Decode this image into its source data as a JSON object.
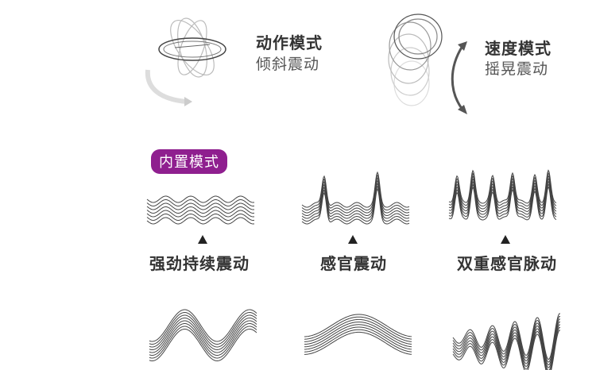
{
  "motion_mode": {
    "title": "动作模式",
    "subtitle": "倾斜震动"
  },
  "speed_mode": {
    "title": "速度模式",
    "subtitle": "摇晃震动"
  },
  "builtin_badge": "内置模式",
  "patterns": [
    {
      "label": "强劲持续震动"
    },
    {
      "label": "感官震动"
    },
    {
      "label": "双重感官脉动"
    }
  ],
  "colors": {
    "accent": "#8f1f8f",
    "text": "#333333",
    "line": "#4a4a4a"
  }
}
